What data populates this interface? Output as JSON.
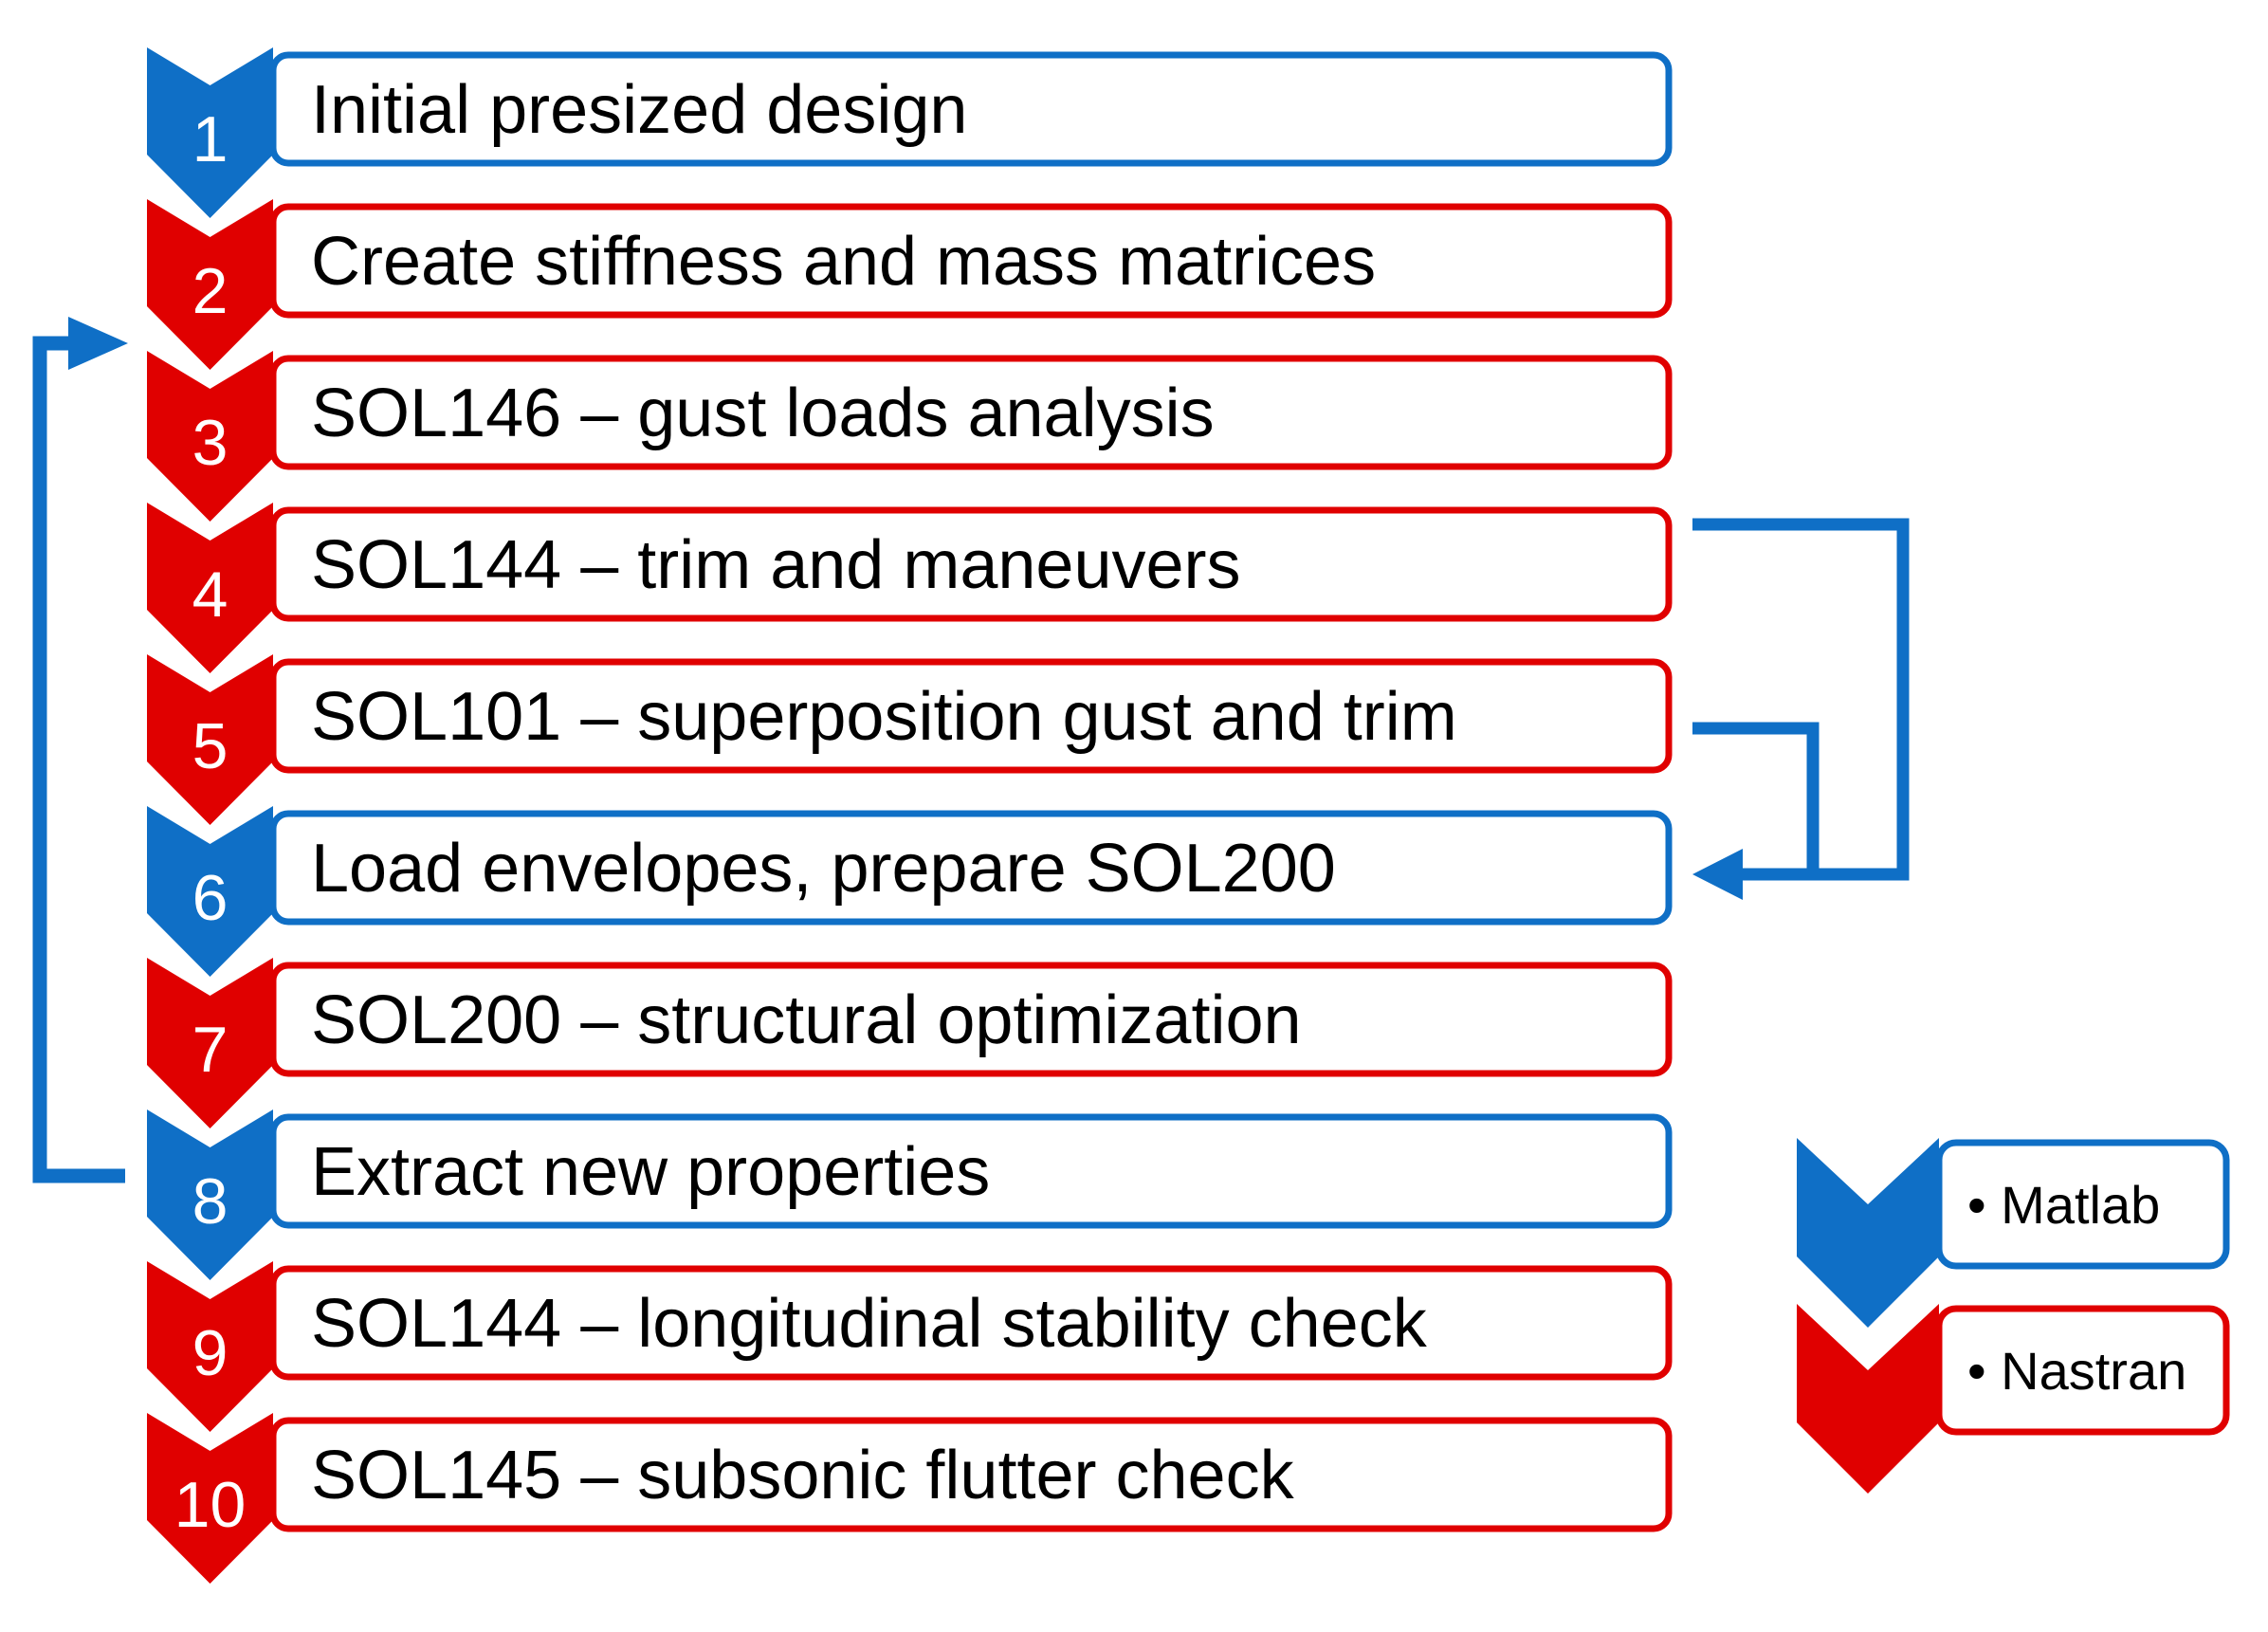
{
  "colors": {
    "matlab": "#0f6fc6",
    "nastran": "#e00000"
  },
  "steps": [
    {
      "number": "1",
      "label": "Initial presized design",
      "tool": "matlab"
    },
    {
      "number": "2",
      "label": "Create stiffness and mass matrices",
      "tool": "nastran"
    },
    {
      "number": "3",
      "label": "SOL146 – gust loads analysis",
      "tool": "nastran"
    },
    {
      "number": "4",
      "label": "SOL144 – trim and maneuvers",
      "tool": "nastran"
    },
    {
      "number": "5",
      "label": "SOL101 – superposition gust and trim",
      "tool": "nastran"
    },
    {
      "number": "6",
      "label": "Load envelopes, prepare SOL200",
      "tool": "matlab"
    },
    {
      "number": "7",
      "label": "SOL200 – structural optimization",
      "tool": "nastran"
    },
    {
      "number": "8",
      "label": "Extract new properties",
      "tool": "matlab"
    },
    {
      "number": "9",
      "label": "SOL144 – longitudinal stability check",
      "tool": "nastran"
    },
    {
      "number": "10",
      "label": "SOL145 – subsonic flutter check",
      "tool": "nastran"
    }
  ],
  "legend": [
    {
      "label": "• Matlab",
      "tool": "matlab"
    },
    {
      "label": "• Nastran",
      "tool": "nastran"
    }
  ],
  "loops": [
    {
      "from": "8",
      "to": "3",
      "side": "left"
    },
    {
      "from": "4",
      "to": "6",
      "side": "right"
    },
    {
      "from": "5",
      "to": "6",
      "side": "right"
    }
  ]
}
